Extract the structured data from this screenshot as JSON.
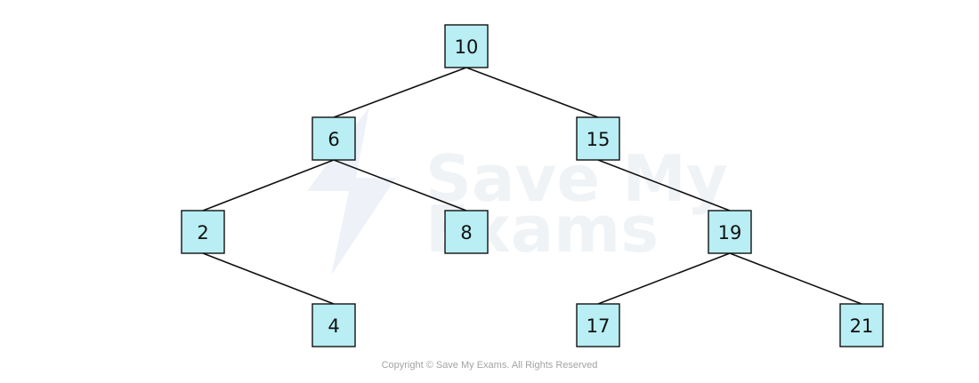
{
  "tree": {
    "nodes": [
      {
        "id": "n10",
        "label": "10",
        "parent": null
      },
      {
        "id": "n6",
        "label": "6",
        "parent": "n10"
      },
      {
        "id": "n15",
        "label": "15",
        "parent": "n10"
      },
      {
        "id": "n2",
        "label": "2",
        "parent": "n6"
      },
      {
        "id": "n8",
        "label": "8",
        "parent": "n6"
      },
      {
        "id": "n19",
        "label": "19",
        "parent": "n15"
      },
      {
        "id": "n4",
        "label": "4",
        "parent": "n2"
      },
      {
        "id": "n17",
        "label": "17",
        "parent": "n19"
      },
      {
        "id": "n21",
        "label": "21",
        "parent": "n19"
      }
    ],
    "node_fill": "#b8eef4",
    "line_color": "#111111"
  },
  "watermark": {
    "line1": "Save My",
    "line2": "Exams"
  },
  "footer": {
    "copyright": "Copyright © Save My Exams. All Rights Reserved"
  }
}
